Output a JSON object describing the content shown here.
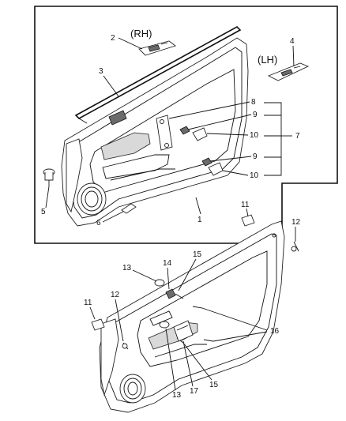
{
  "variants": {
    "rh": "(RH)",
    "lh": "(LH)"
  },
  "callouts": {
    "c1": "1",
    "c2": "2",
    "c3": "3",
    "c4": "4",
    "c5": "5",
    "c6": "6",
    "c7": "7",
    "c8": "8",
    "c9a": "9",
    "c9b": "9",
    "c10a": "10",
    "c10b": "10",
    "c11a": "11",
    "c11b": "11",
    "c12a": "12",
    "c12b": "12",
    "c13a": "13",
    "c13b": "13",
    "c14": "14",
    "c15a": "15",
    "c15b": "15",
    "c16": "16",
    "c17": "17"
  }
}
